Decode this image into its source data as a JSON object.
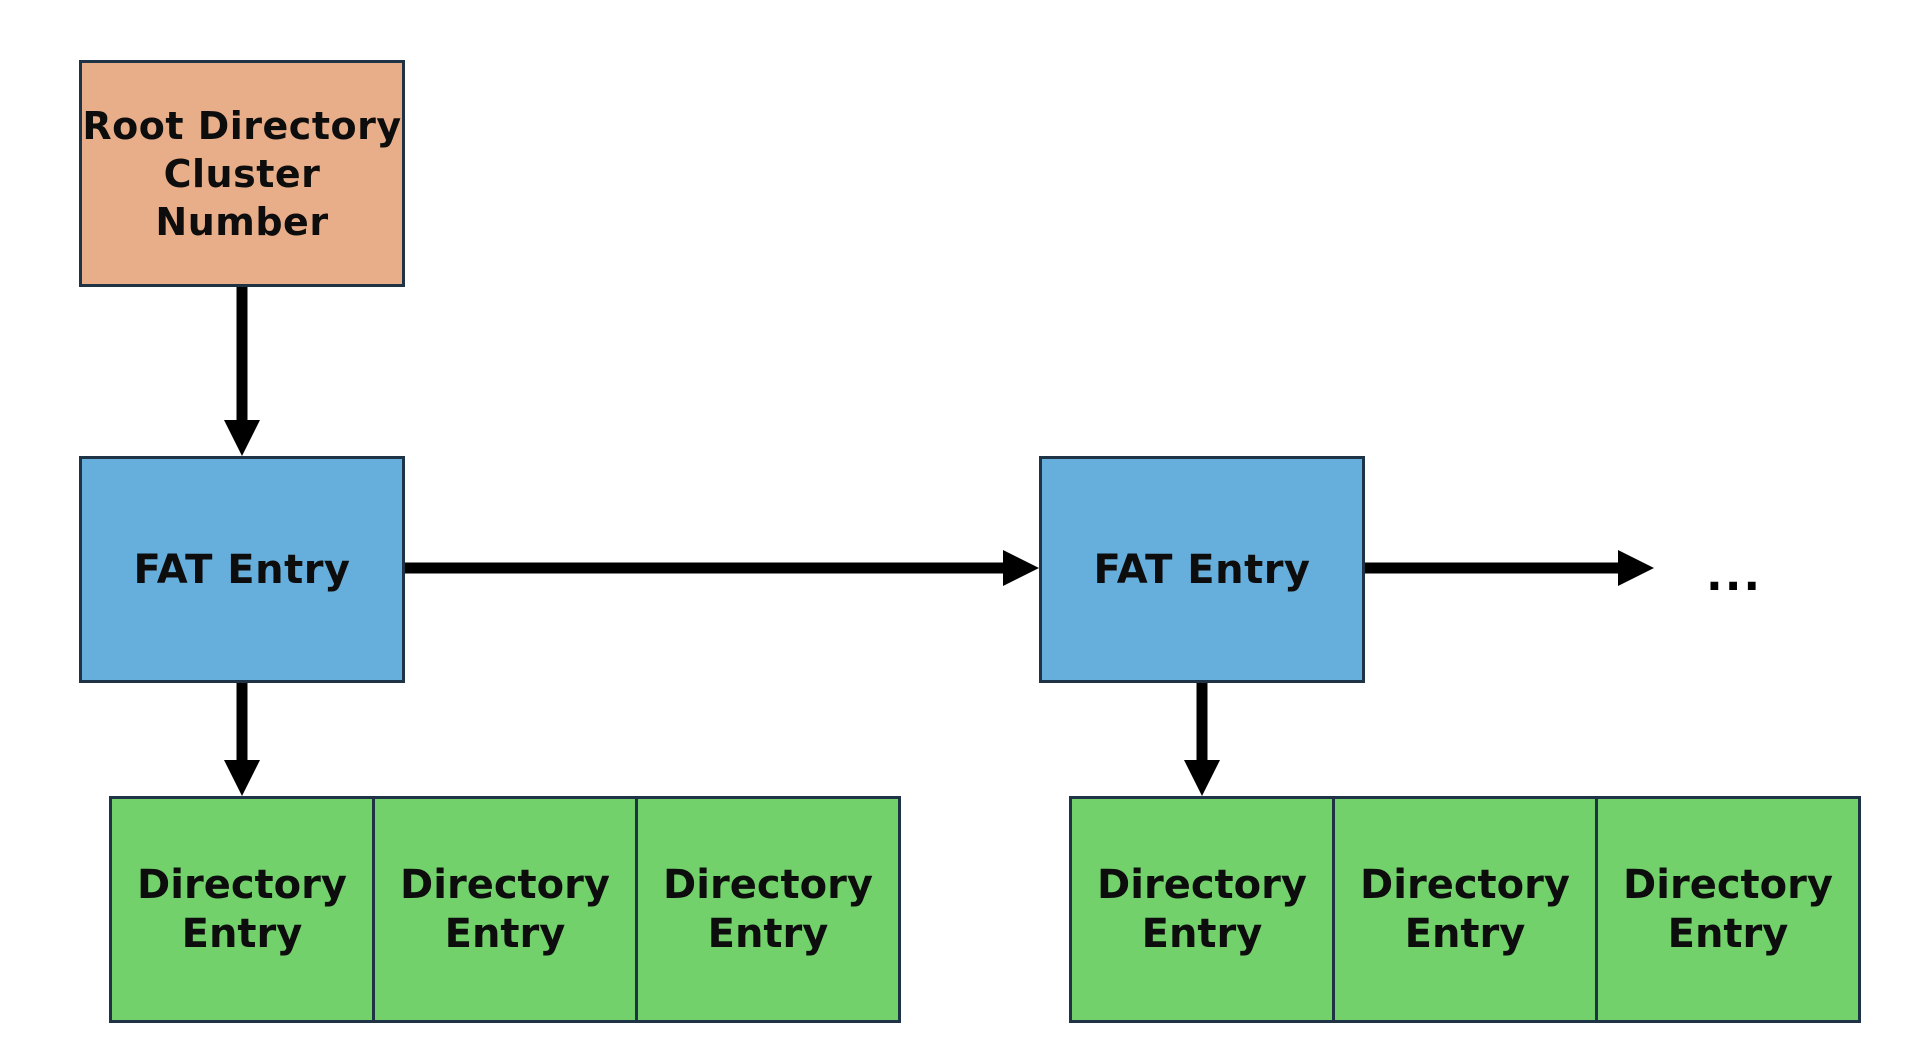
{
  "root": {
    "label": "Root Directory\nCluster Number",
    "color": "#e8ad89"
  },
  "fat_entries": [
    {
      "label": "FAT Entry"
    },
    {
      "label": "FAT Entry"
    }
  ],
  "fat_color": "#66aedb",
  "directory_groups": [
    {
      "entries": [
        "Directory\nEntry",
        "Directory\nEntry",
        "Directory\nEntry"
      ]
    },
    {
      "entries": [
        "Directory\nEntry",
        "Directory\nEntry",
        "Directory\nEntry"
      ]
    }
  ],
  "directory_color": "#72d16b",
  "continuation": "..."
}
